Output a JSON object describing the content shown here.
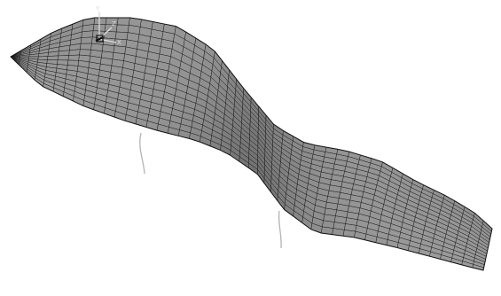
{
  "viewport": {
    "background": "#ffffff",
    "content": "fem-mesh-twisted-strip"
  },
  "mesh": {
    "fill": "#8e8e8e",
    "line_color": "#1c1c1c",
    "u_divisions": 48,
    "v_divisions": 15
  },
  "axis_triad": {
    "labels": [
      "Y",
      "Z",
      "X"
    ],
    "color": "#dcdcdc"
  },
  "supports": {
    "count": 2,
    "color": "#b4b4b4"
  }
}
